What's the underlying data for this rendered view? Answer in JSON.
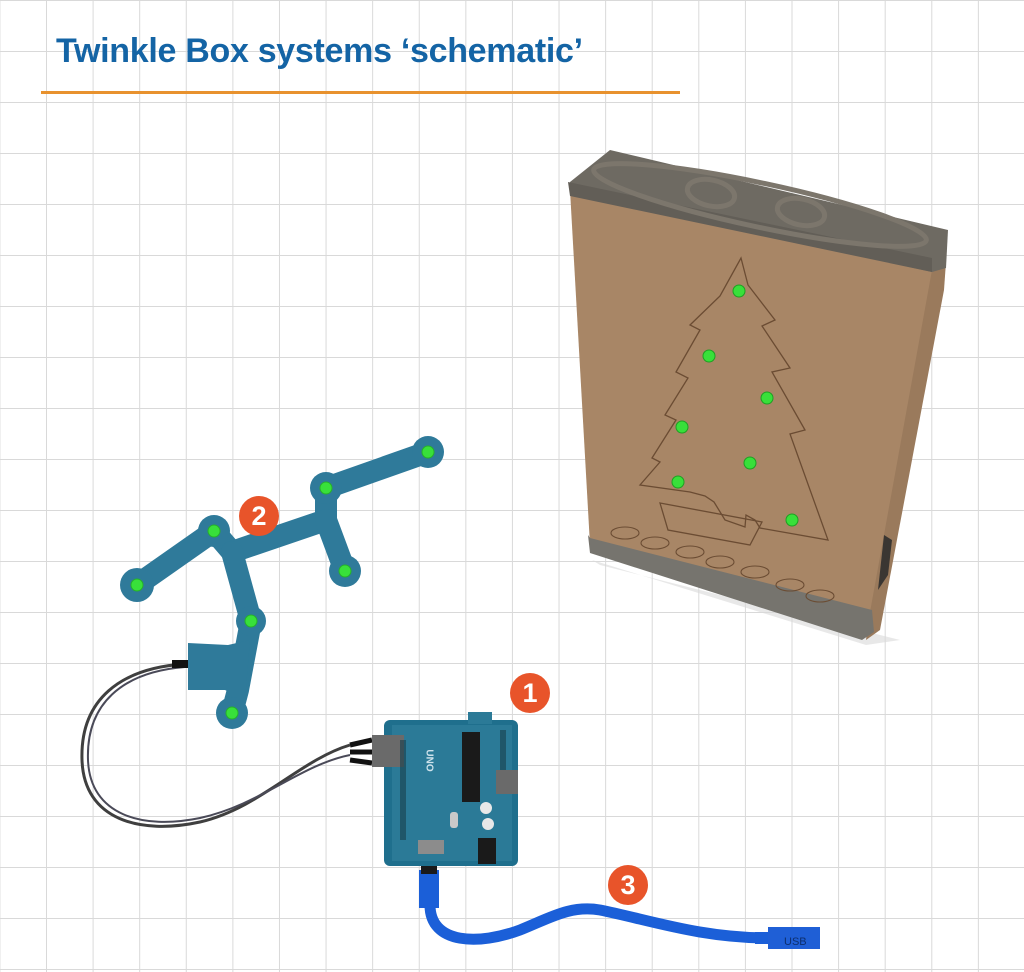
{
  "header": {
    "title": "Twinkle Box systems ‘schematic’",
    "rule_color": "#e8922e",
    "title_color": "#1464a5"
  },
  "components": [
    {
      "number": "1",
      "name": "arduino-uno-board",
      "board_label": "UNO"
    },
    {
      "number": "2",
      "name": "led-pcb",
      "led_count": 7
    },
    {
      "number": "3",
      "name": "usb-cable",
      "connector_label": "USB"
    }
  ],
  "box": {
    "name": "twinkle-box-enclosure",
    "engraving": "christmas-tree",
    "led_count": 7
  },
  "colors": {
    "badge": "#e8542a",
    "pcb": "#2f7a9a",
    "led": "#38e03a",
    "usb_cable": "#1b5fd8",
    "box_face": "#a88666",
    "box_cap": "#6e6a62"
  }
}
